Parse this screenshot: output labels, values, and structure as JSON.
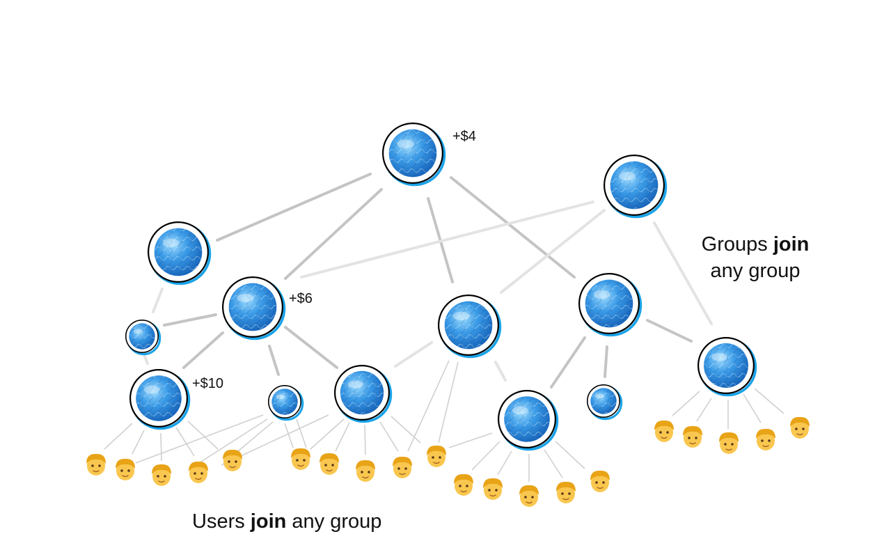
{
  "colors": {
    "orb_light": "#8fd3ff",
    "orb_mid": "#3a9ae6",
    "orb_dark": "#1662b8",
    "ring": "#000000",
    "ring_accent": "#1aa3e8",
    "edge_strong": "#bdbdbd",
    "edge_faint": "#e0e0e0",
    "user_skin": "#f6c14b",
    "user_hair": "#e8a317"
  },
  "icons": {
    "group": "blue-orb-group-icon",
    "user": "person-emoji-icon"
  },
  "labels": {
    "top_group_amount": "+$4",
    "mid_group_amount": "+$6",
    "low_group_amount": "+$10"
  },
  "captions": {
    "groups_prefix": "Groups",
    "groups_bold": "join",
    "groups_suffix": "any group",
    "users_prefix": "Users",
    "users_bold": "join",
    "users_suffix": "any group"
  }
}
